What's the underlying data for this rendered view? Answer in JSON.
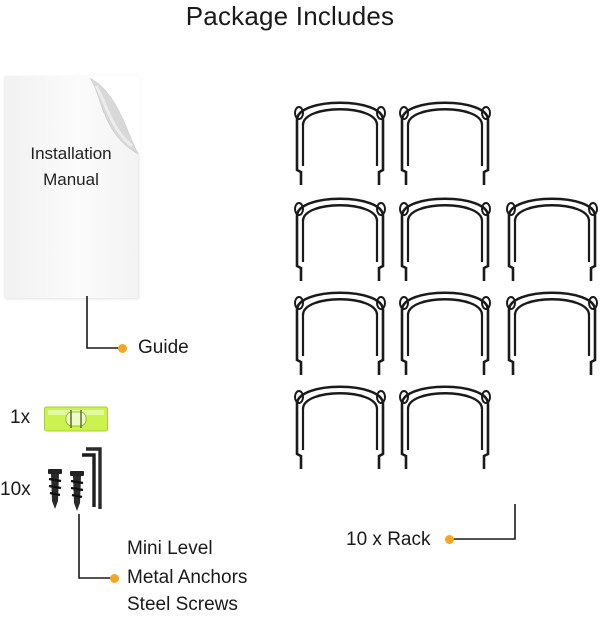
{
  "title": "Package Includes",
  "manual": {
    "line1": "Installation",
    "line2": "Manual"
  },
  "guide_label": "Guide",
  "level_qty": "1x",
  "anchor_qty": "10x",
  "rack_label": "10 x Rack",
  "hardware_labels": [
    "Mini Level",
    "Metal Anchors",
    "Steel Screws"
  ],
  "colors": {
    "accent": "#f5a623",
    "rack": "#1a1a1a",
    "level": "#c6f24a"
  },
  "icons": [
    "page-curl-icon",
    "mini-level-icon",
    "wall-anchor-icon",
    "allen-key-icon",
    "rack-icon"
  ]
}
